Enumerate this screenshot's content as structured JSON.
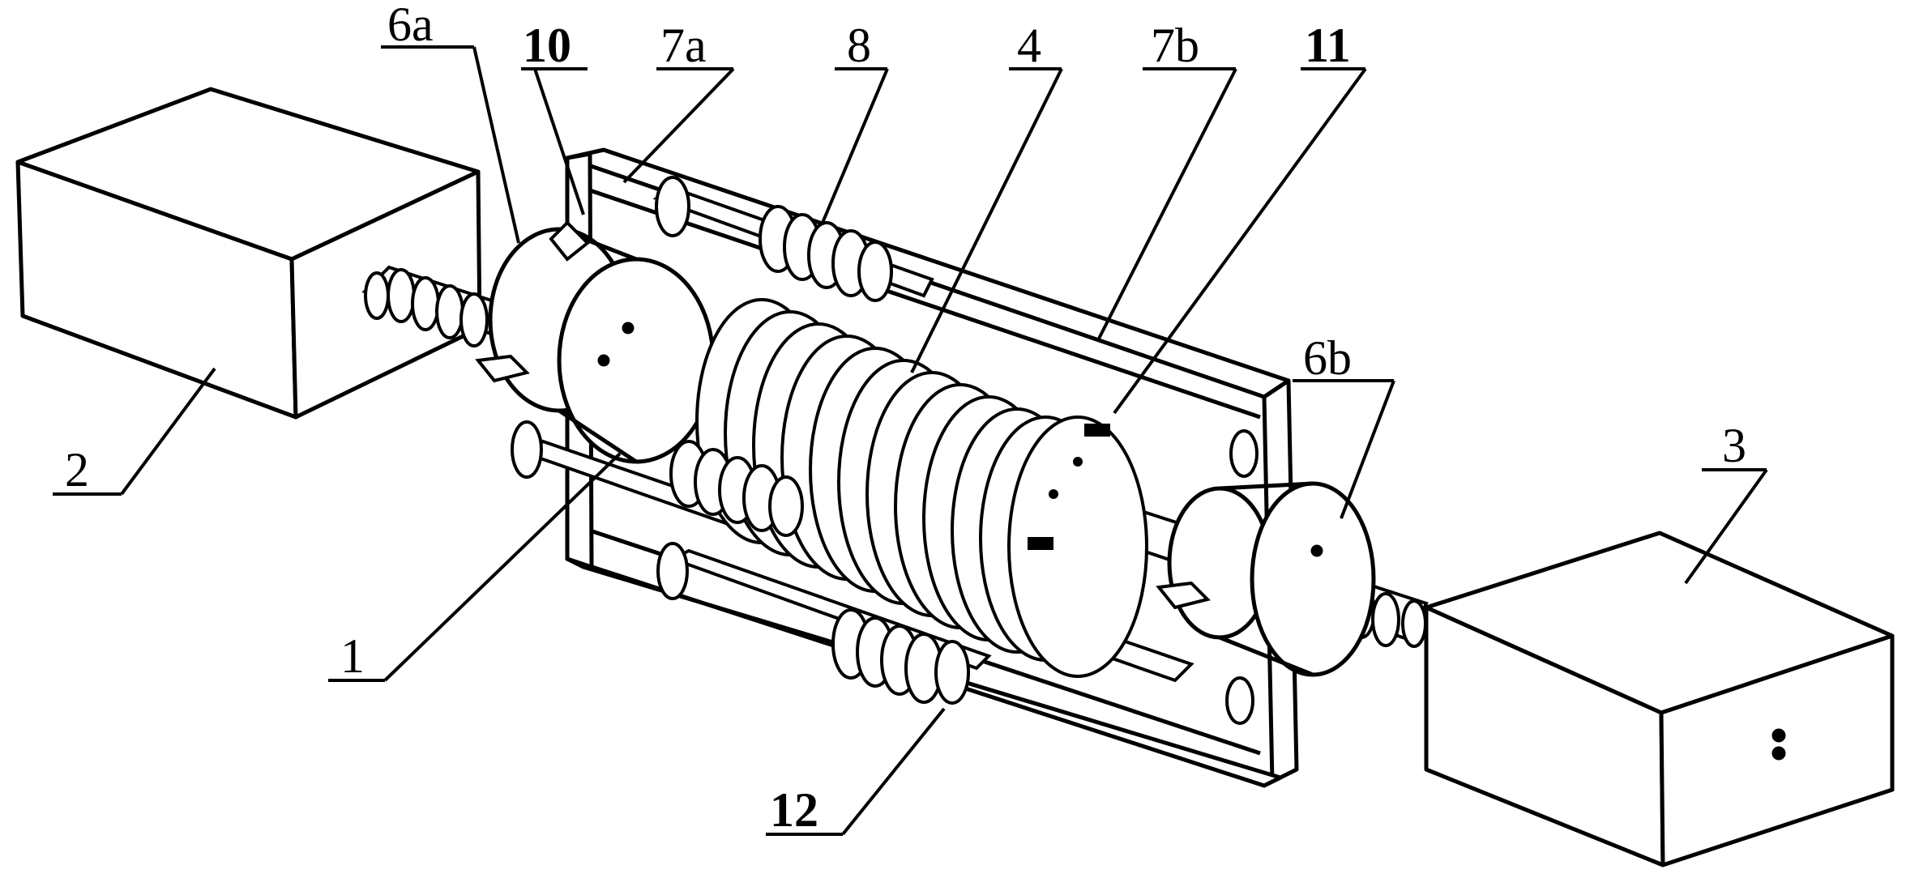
{
  "labels": {
    "l_6a": "6a",
    "l_10": "10",
    "l_7a": "7a",
    "l_8": "8",
    "l_4": "4",
    "l_7b": "7b",
    "l_11": "11",
    "l_6b": "6b",
    "l_3": "3",
    "l_2": "2",
    "l_1": "1",
    "l_12": "12"
  }
}
